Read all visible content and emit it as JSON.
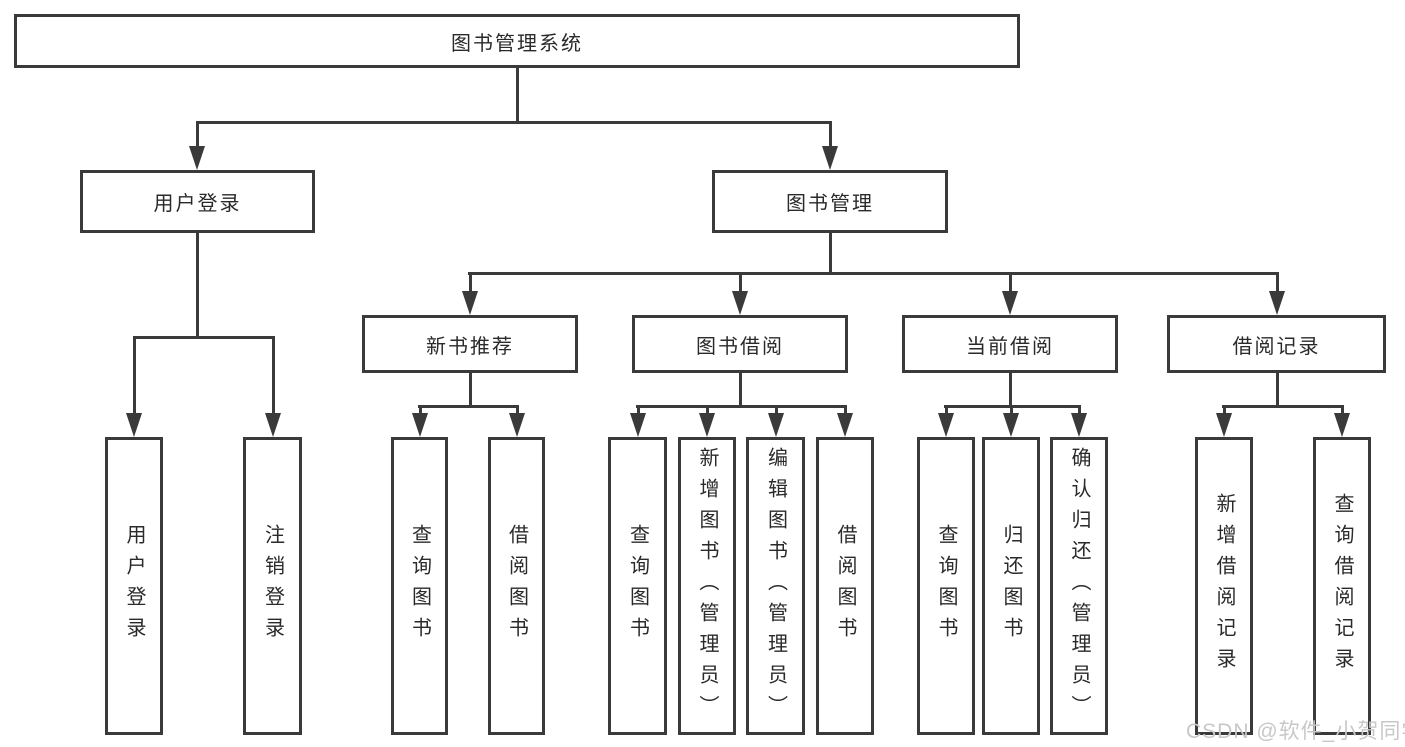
{
  "diagram": {
    "root": "图书管理系统",
    "level2": {
      "user_login": "用户登录",
      "book_mgmt": "图书管理"
    },
    "level3": {
      "new_books": "新书推荐",
      "book_borrow": "图书借阅",
      "current_borrow": "当前借阅",
      "borrow_records": "借阅记录"
    },
    "leaves": {
      "login": [
        "用户登录",
        "注销登录"
      ],
      "new_books": [
        "查询图书",
        "借阅图书"
      ],
      "book_borrow": [
        "查询图书",
        "新增图书（管理员）",
        "编辑图书（管理员）",
        "借阅图书"
      ],
      "current_borrow": [
        "查询图书",
        "归还图书",
        "确认归还（管理员）"
      ],
      "borrow_records": [
        "新增借阅记录",
        "查询借阅记录"
      ]
    }
  },
  "watermark": "CSDN @软件_小贺同学",
  "colors": {
    "line": "#3a3a3a",
    "text": "#2a2a2a",
    "watermark": "#c8c8c8",
    "background": "#ffffff"
  }
}
